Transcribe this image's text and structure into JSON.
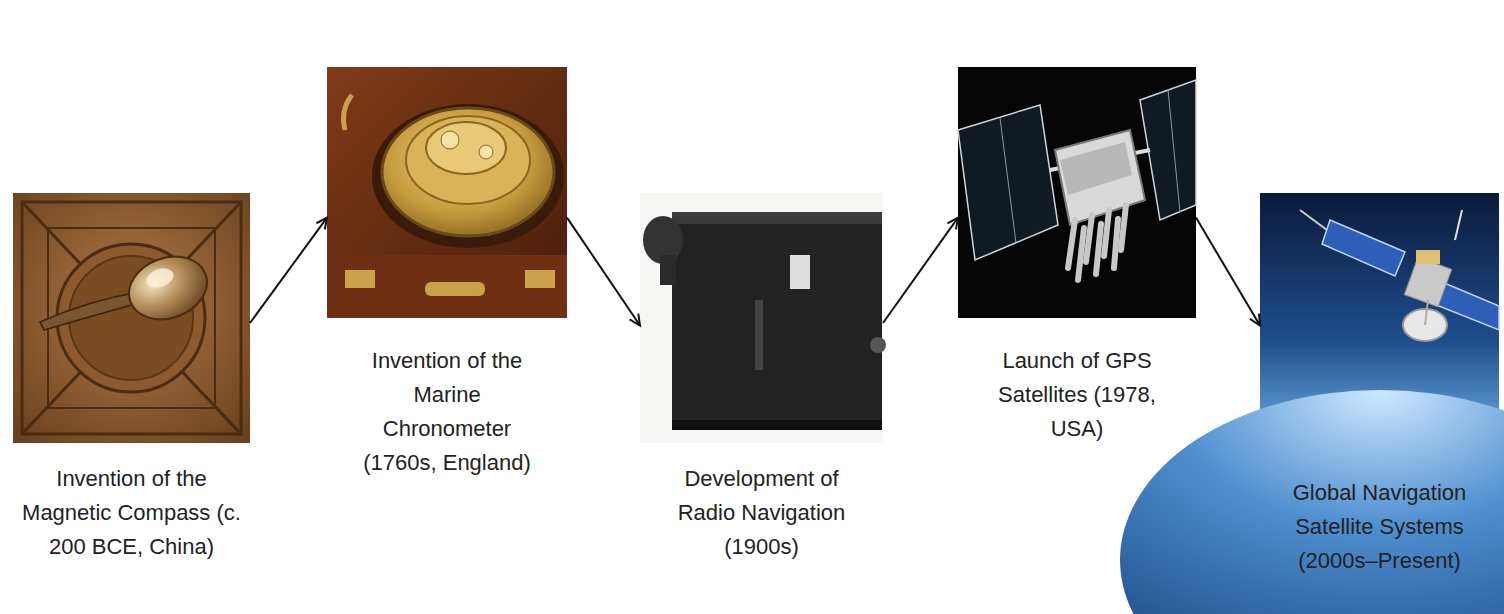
{
  "diagram": {
    "nodes": [
      {
        "text": [
          "Invention of the Magnetic Compass (c. 200 BCE, China)"
        ]
      },
      {
        "text": [
          "Invention of the Marine Chronometer (1760s, England)"
        ]
      },
      {
        "text": [
          "Development of Radio Navigation (1900s)"
        ]
      },
      {
        "text": [
          "Launch of GPS Satellites (1978, USA)"
        ]
      },
      {
        "text": [
          "Global Navigation Satellite Systems (2000s–Present)"
        ]
      }
    ],
    "edges": [
      {
        "from": 0,
        "to": 1,
        "arrow": "to"
      },
      {
        "from": 1,
        "to": 2,
        "arrow": "to"
      },
      {
        "from": 2,
        "to": 3,
        "arrow": "to"
      },
      {
        "from": 3,
        "to": 4,
        "arrow": "to"
      }
    ]
  }
}
